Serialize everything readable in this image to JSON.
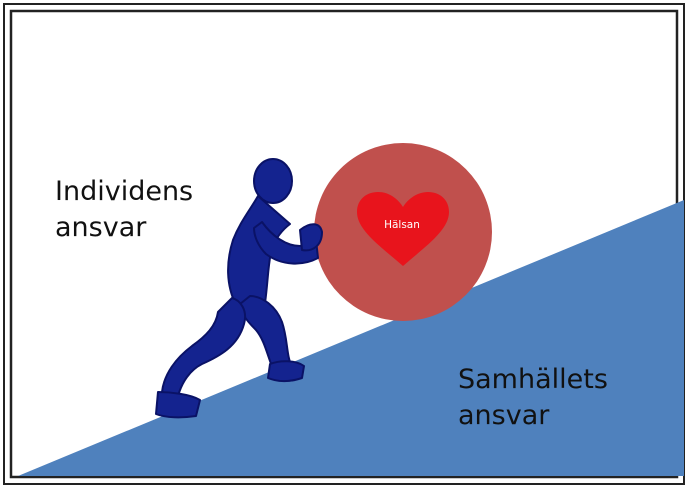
{
  "diagram": {
    "individual_label": {
      "line1": "Individens",
      "line2": "ansvar"
    },
    "society_label": {
      "line1": "Samhällets",
      "line2": "ansvar"
    },
    "ball_label": "Hälsan"
  },
  "colors": {
    "frame_border": "#222222",
    "slope": "#4f81bd",
    "ball": "#c0504d",
    "heart": "#e8141c",
    "figure": "#14238f",
    "figure_dark": "#0a1266"
  },
  "icons": {
    "figure": "person-pushing-icon",
    "heart": "heart-icon"
  }
}
